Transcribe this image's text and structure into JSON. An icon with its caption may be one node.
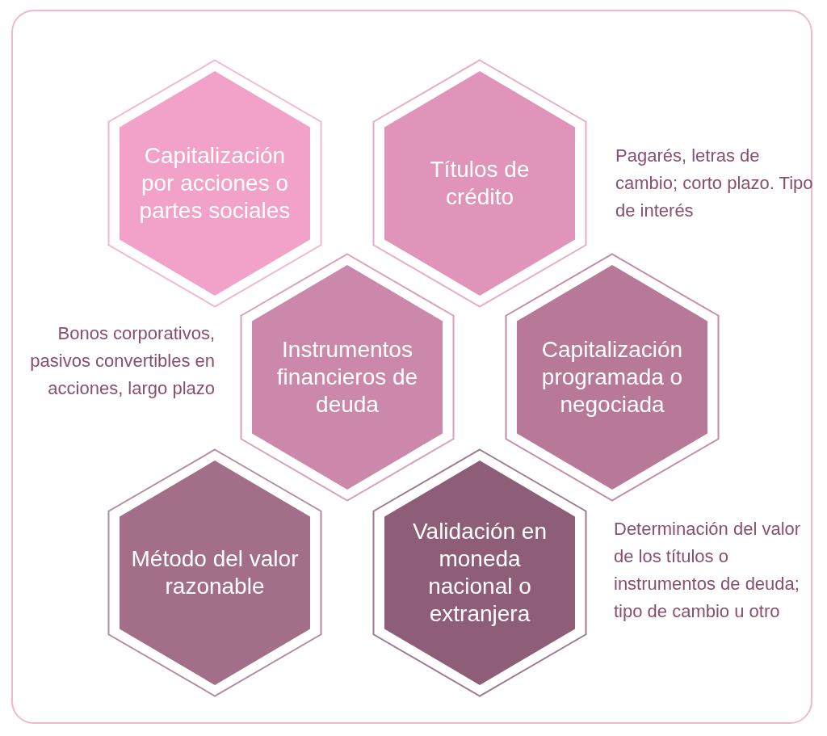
{
  "diagram": {
    "nodes": [
      {
        "text": [
          "Capitalización por acciones o partes sociales"
        ]
      },
      {
        "text": [
          "Títulos de crédito"
        ],
        "beside": [
          "Pagarés, letras de cambio; corto plazo. Tipo de interés"
        ]
      },
      {
        "text": [
          "Instrumentos financieros de deuda"
        ],
        "beside": [
          "Bonos corporativos, pasivos convertibles en acciones, largo plazo"
        ]
      },
      {
        "text": [
          "Capitalización programada o negociada"
        ]
      },
      {
        "text": [
          "Método del valor razonable"
        ]
      },
      {
        "text": [
          "Validación en moneda nacional o extranjera"
        ],
        "beside": [
          "Determinación del valor de los títulos o instrumentos de deuda; tipo de cambio u otro"
        ]
      }
    ]
  }
}
